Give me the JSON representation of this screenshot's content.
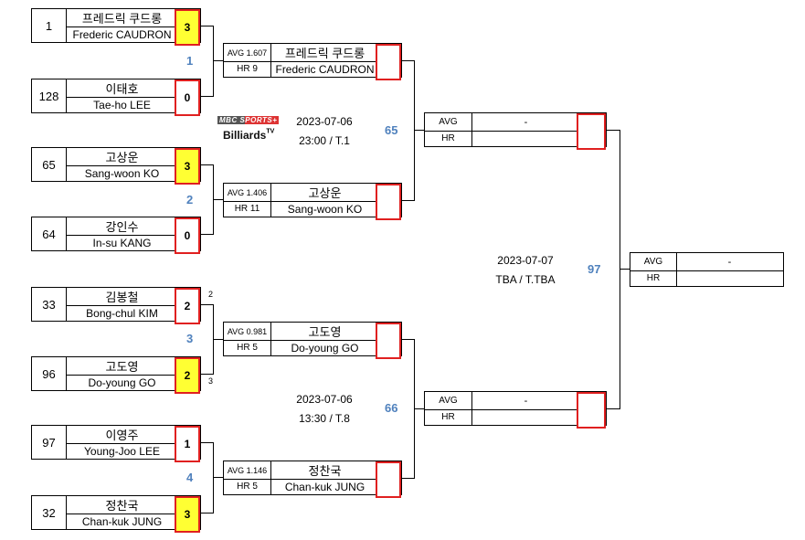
{
  "round1": [
    {
      "seed": "1",
      "name_kr": "프레드릭 쿠드롱",
      "name_en": "Frederic CAUDRON",
      "score": "3",
      "winner": true
    },
    {
      "seed": "128",
      "name_kr": "이태호",
      "name_en": "Tae-ho LEE",
      "score": "0",
      "winner": false
    },
    {
      "seed": "65",
      "name_kr": "고상운",
      "name_en": "Sang-woon KO",
      "score": "3",
      "winner": true
    },
    {
      "seed": "64",
      "name_kr": "강인수",
      "name_en": "In-su KANG",
      "score": "0",
      "winner": false
    },
    {
      "seed": "33",
      "name_kr": "김봉철",
      "name_en": "Bong-chul KIM",
      "score": "2",
      "winner": false
    },
    {
      "seed": "96",
      "name_kr": "고도영",
      "name_en": "Do-young GO",
      "score": "2",
      "winner": true
    },
    {
      "seed": "97",
      "name_kr": "이영주",
      "name_en": "Young-Joo LEE",
      "score": "1",
      "winner": false
    },
    {
      "seed": "32",
      "name_kr": "정찬국",
      "name_en": "Chan-kuk JUNG",
      "score": "3",
      "winner": true
    }
  ],
  "match_numbers": [
    "1",
    "2",
    "3",
    "4"
  ],
  "shootout_marks": [
    "2",
    "3"
  ],
  "round2": [
    {
      "avg": "AVG 1.607",
      "hr": "HR 9",
      "name_kr": "프레드릭 쿠드롱",
      "name_en": "Frederic CAUDRON"
    },
    {
      "avg": "AVG 1.406",
      "hr": "HR 11",
      "name_kr": "고상운",
      "name_en": "Sang-woon KO"
    },
    {
      "avg": "AVG 0.981",
      "hr": "HR 5",
      "name_kr": "고도영",
      "name_en": "Do-young GO"
    },
    {
      "avg": "AVG 1.146",
      "hr": "HR 5",
      "name_kr": "정찬국",
      "name_en": "Chan-kuk JUNG"
    }
  ],
  "round2_match_numbers": [
    "65",
    "66"
  ],
  "round3": [
    {
      "avg_label": "AVG",
      "hr_label": "HR",
      "value": "-"
    },
    {
      "avg_label": "AVG",
      "hr_label": "HR",
      "value": "-"
    }
  ],
  "final": {
    "avg_label": "AVG",
    "hr_label": "HR",
    "value": "-",
    "match_number": "97"
  },
  "schedule": {
    "top": {
      "date": "2023-07-06",
      "time": "23:00 / T.1"
    },
    "bottom": {
      "date": "2023-07-06",
      "time": "13:30 / T.8"
    },
    "final": {
      "date": "2023-07-07",
      "time": "TBA / T.TBA"
    }
  },
  "logo": {
    "top_text": "MBC SPORTS+",
    "bottom_text": "Billiards",
    "tv_text": "TV"
  },
  "colors": {
    "winner_fill": "#ffff33",
    "score_border": "#e02020",
    "match_number": "#4f81bd"
  }
}
